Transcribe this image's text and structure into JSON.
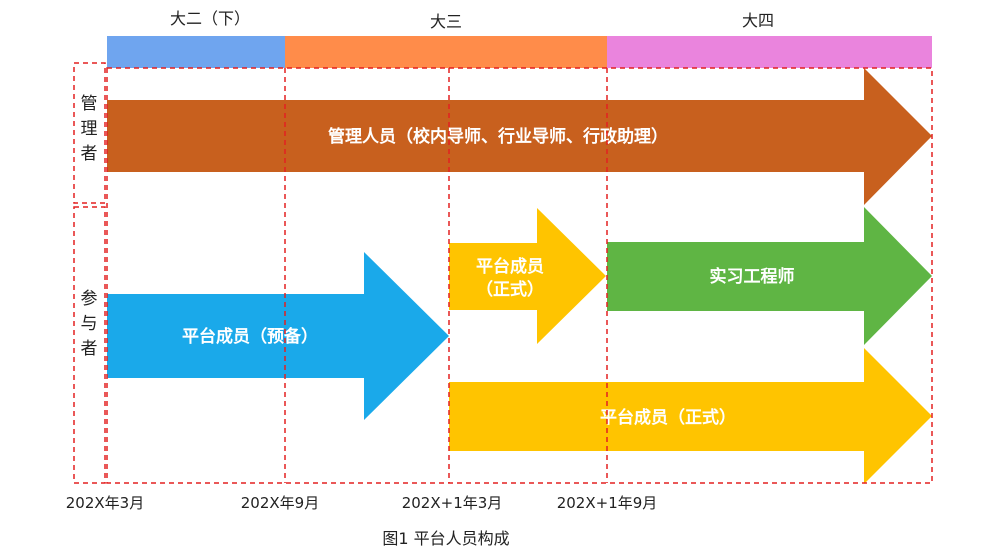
{
  "phases": [
    {
      "label": "大二（下）",
      "color": "#6fa5ef"
    },
    {
      "label": "大三",
      "color": "#ff8c4a"
    },
    {
      "label": "大四",
      "color": "#ea84dd"
    }
  ],
  "row_labels": {
    "managers": [
      "管",
      "理",
      "者"
    ],
    "participants": [
      "参",
      "与",
      "者"
    ]
  },
  "arrows": {
    "managers": {
      "label": "管理人员（校内导师、行业导师、行政助理）",
      "color": "#c8601e"
    },
    "prep_member": {
      "label": "平台成员（预备）",
      "color": "#1aa9ea"
    },
    "formal_member_short": {
      "line1": "平台成员",
      "line2": "（正式）",
      "color": "#ffc400"
    },
    "intern_engineer": {
      "label": "实习工程师",
      "color": "#5fb544"
    },
    "formal_member_long": {
      "label": "平台成员（正式）",
      "color": "#ffc400"
    }
  },
  "dates": [
    "202X年3月",
    "202X年9月",
    "202X+1年3月",
    "202X+1年9月"
  ],
  "caption": "图1 平台人员构成",
  "dashed_color": "#e32020"
}
